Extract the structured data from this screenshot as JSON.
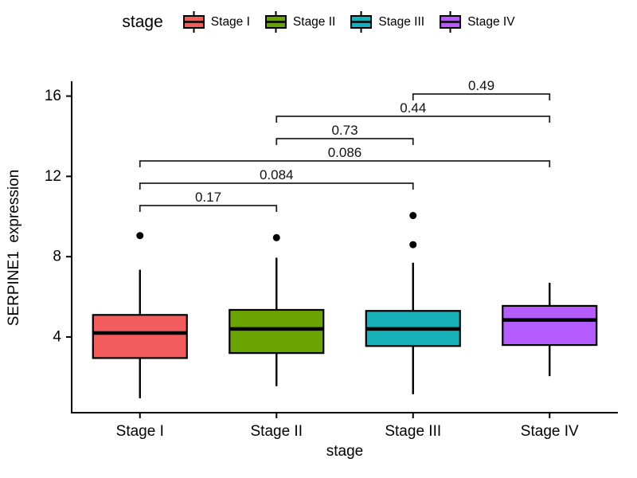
{
  "figure": {
    "background": "#ffffff",
    "text_color": "#000000"
  },
  "legend": {
    "title": "stage",
    "items": [
      {
        "label": "Stage I",
        "color": "#F25C5C"
      },
      {
        "label": "Stage II",
        "color": "#6BA300"
      },
      {
        "label": "Stage III",
        "color": "#18B1B9"
      },
      {
        "label": "Stage IV",
        "color": "#B55CFE"
      }
    ]
  },
  "chart_data": {
    "type": "boxplot",
    "title": "",
    "xlabel": "stage",
    "ylabel": "SERPINE1  expression",
    "categories": [
      "Stage I",
      "Stage II",
      "Stage III",
      "Stage IV"
    ],
    "y_ticks": [
      4,
      8,
      12,
      16
    ],
    "ylim": [
      0.2,
      16.9
    ],
    "grid": false,
    "legend_position": "top",
    "series": [
      {
        "name": "Stage I",
        "color": "#F25C5C",
        "whisker_low": 0.95,
        "q1": 2.95,
        "median": 4.2,
        "q3": 5.1,
        "whisker_high": 7.35,
        "outliers": [
          9.05
        ]
      },
      {
        "name": "Stage II",
        "color": "#6BA300",
        "whisker_low": 1.55,
        "q1": 3.2,
        "median": 4.4,
        "q3": 5.35,
        "whisker_high": 7.95,
        "outliers": [
          8.95
        ]
      },
      {
        "name": "Stage III",
        "color": "#18B1B9",
        "whisker_low": 1.15,
        "q1": 3.55,
        "median": 4.4,
        "q3": 5.3,
        "whisker_high": 7.7,
        "outliers": [
          8.6,
          10.05
        ]
      },
      {
        "name": "Stage IV",
        "color": "#B55CFE",
        "whisker_low": 2.05,
        "q1": 3.6,
        "median": 4.85,
        "q3": 5.55,
        "whisker_high": 6.7,
        "outliers": []
      }
    ],
    "comparisons": [
      {
        "group1": "Stage III",
        "group2": "Stage IV",
        "p": "0.49",
        "level": 0
      },
      {
        "group1": "Stage II",
        "group2": "Stage IV",
        "p": "0.44",
        "level": 1
      },
      {
        "group1": "Stage II",
        "group2": "Stage III",
        "p": "0.73",
        "level": 2
      },
      {
        "group1": "Stage I",
        "group2": "Stage IV",
        "p": "0.086",
        "level": 3
      },
      {
        "group1": "Stage I",
        "group2": "Stage III",
        "p": "0.084",
        "level": 4
      },
      {
        "group1": "Stage I",
        "group2": "Stage II",
        "p": "0.17",
        "level": 5
      }
    ]
  }
}
